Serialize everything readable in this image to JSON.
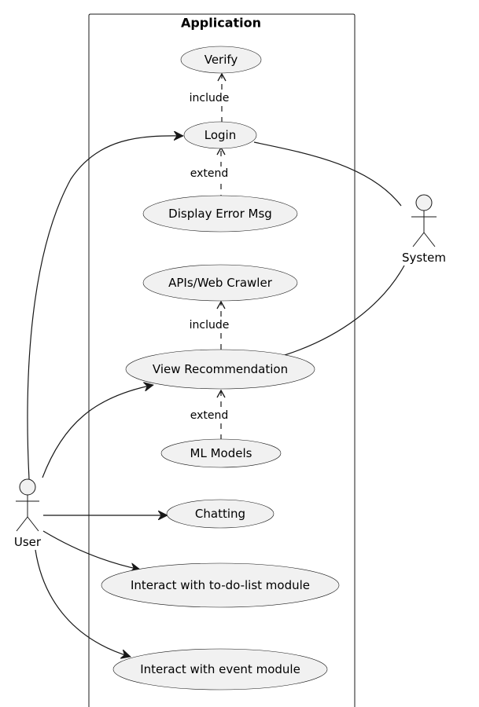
{
  "diagram": {
    "boundary_title": "Application",
    "use_cases": {
      "verify": "Verify",
      "login": "Login",
      "display_error_msg": "Display Error Msg",
      "apis_web_crawler": "APIs/Web Crawler",
      "view_recommendation": "View Recommendation",
      "ml_models": "ML Models",
      "chatting": "Chatting",
      "todo_module": "Interact with to-do-list module",
      "event_module": "Interact with event module"
    },
    "actors": {
      "system": "System",
      "user": "User"
    },
    "relations": {
      "login_verify": "include",
      "error_login": "extend",
      "recommendation_apis": "include",
      "ml_recommendation": "extend"
    },
    "colors": {
      "usecase_fill": "#f1f1f1",
      "line": "#181818"
    }
  }
}
